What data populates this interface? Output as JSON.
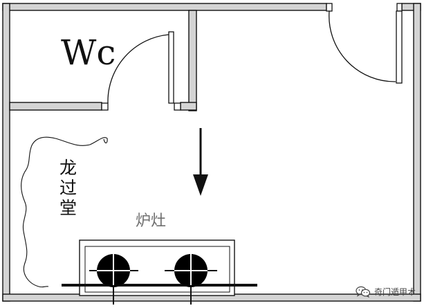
{
  "labels": {
    "wc": "Wc",
    "dragon_passage": [
      "龙",
      "过",
      "堂"
    ],
    "stove": "炉灶"
  },
  "watermark": {
    "text": "奇门遁甲术",
    "icon": "wechat-icon"
  },
  "colors": {
    "wall_fill": "#d4d4d4",
    "line": "#111111",
    "stove_label": "#6f6f6f"
  }
}
